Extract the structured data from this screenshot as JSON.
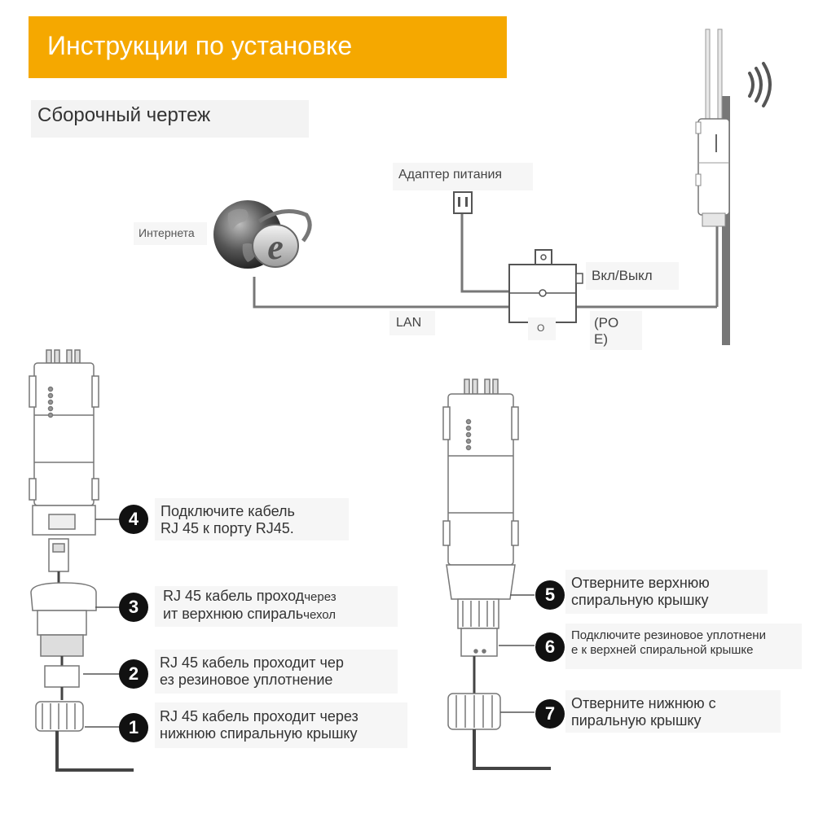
{
  "header": {
    "title": "Инструкции по установке"
  },
  "section": {
    "subtitle": "Сборочный чертеж"
  },
  "diagram": {
    "power_adapter": "Адаптер питания",
    "internet": "Интернета",
    "switch_label": "Вкл/Выкл",
    "lan": "LAN",
    "poe_line1": "(PO",
    "poe_line2": "E)",
    "indicator": "O"
  },
  "steps": [
    {
      "number": "1",
      "line1": "RJ 45 кабель проходит через",
      "line2": "нижнюю спиральную крышку"
    },
    {
      "number": "2",
      "line1": "RJ 45 кабель проходит чер",
      "line2": "ез резиновое уплотнение"
    },
    {
      "number": "3",
      "line1a": "RJ 45 кабель проход",
      "line1b": "через",
      "line2a": "ит верхнюю спираль",
      "line2b": "чехол"
    },
    {
      "number": "4",
      "line1": "Подключите кабель",
      "line2": "RJ 45 к порту RJ45."
    },
    {
      "number": "5",
      "line1": "Отверните верхнюю",
      "line2": "спиральную крышку"
    },
    {
      "number": "6",
      "line1": "Подключите резиновое уплотнени",
      "line2": "е к верхней спиральной крышке"
    },
    {
      "number": "7",
      "line1": "Отверните нижнюю с",
      "line2": "пиральную крышку"
    }
  ]
}
